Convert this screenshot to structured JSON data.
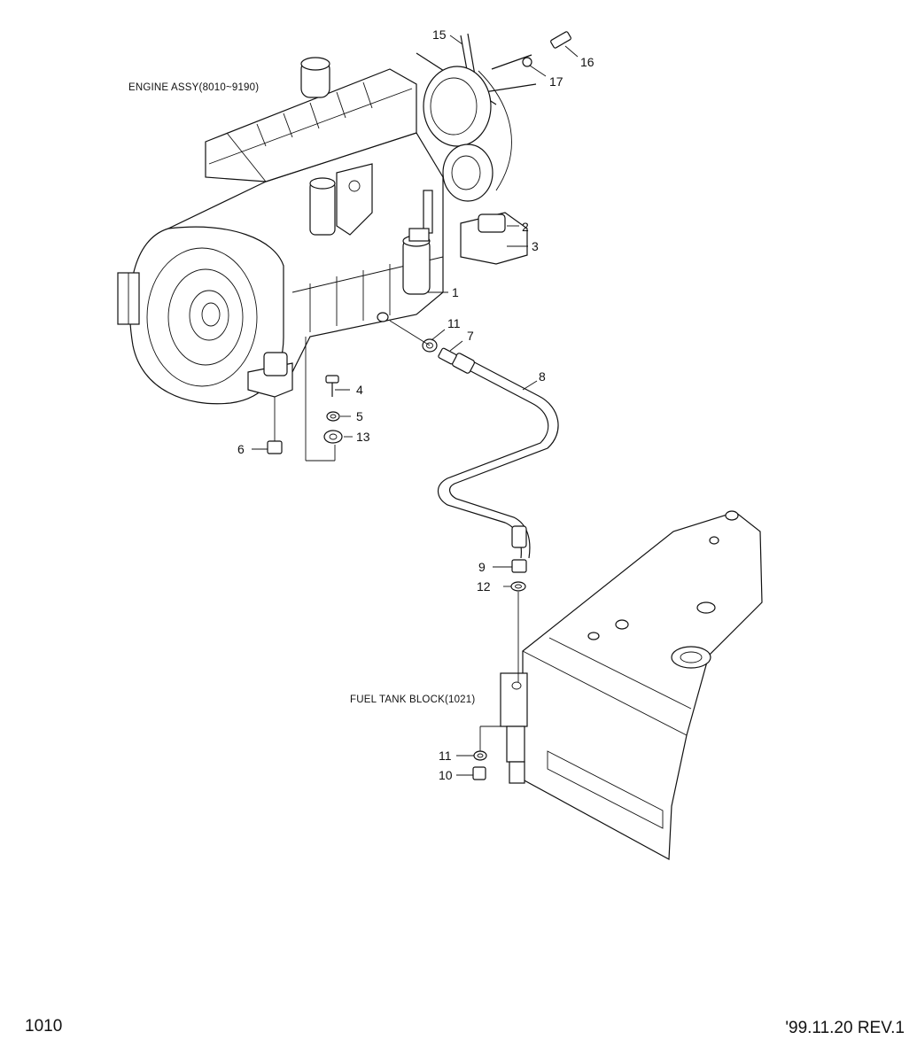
{
  "captions": {
    "engine": "ENGINE ASSY(8010~9190)",
    "fuel_tank": "FUEL TANK BLOCK(1021)"
  },
  "callouts": {
    "c1": "1",
    "c2": "2",
    "c3": "3",
    "c4": "4",
    "c5": "5",
    "c6": "6",
    "c7": "7",
    "c8": "8",
    "c9": "9",
    "c10": "10",
    "c11a": "11",
    "c11b": "11",
    "c12": "12",
    "c13": "13",
    "c15": "15",
    "c16": "16",
    "c17": "17"
  },
  "footer": {
    "page_number": "1010",
    "revision": "'99.11.20 REV.1"
  }
}
